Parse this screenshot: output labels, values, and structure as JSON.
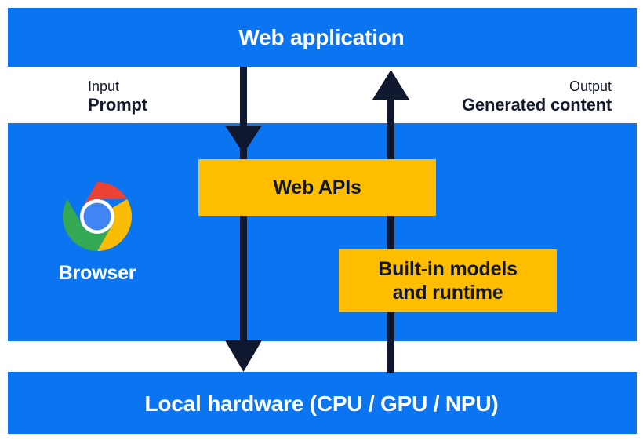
{
  "diagram": {
    "title_top": "Web application",
    "title_bottom": "Local hardware (CPU / GPU / NPU)",
    "browser_label": "Browser",
    "browser_icon": "chrome-logo-icon",
    "flows": [
      {
        "id": "input",
        "kind": "Input",
        "value": "Prompt",
        "direction": "down",
        "arrow_icon": "arrow-down-icon"
      },
      {
        "id": "output",
        "kind": "Output",
        "value": "Generated content",
        "direction": "up",
        "arrow_icon": "arrow-up-icon"
      }
    ],
    "boxes": [
      {
        "id": "web-apis",
        "label": "Web APIs"
      },
      {
        "id": "builtin-models",
        "label_line1": "Built-in models",
        "label_line2": "and runtime"
      }
    ],
    "colors": {
      "band_blue": "#0b74f0",
      "box_yellow": "#ffbd00",
      "arrow_navy": "#10182f",
      "text_navy": "#141a2e",
      "text_white": "#ffffff",
      "chrome_red": "#ea4335",
      "chrome_yellow": "#fbbc05",
      "chrome_green": "#34a853",
      "chrome_blue": "#4285f4"
    }
  }
}
